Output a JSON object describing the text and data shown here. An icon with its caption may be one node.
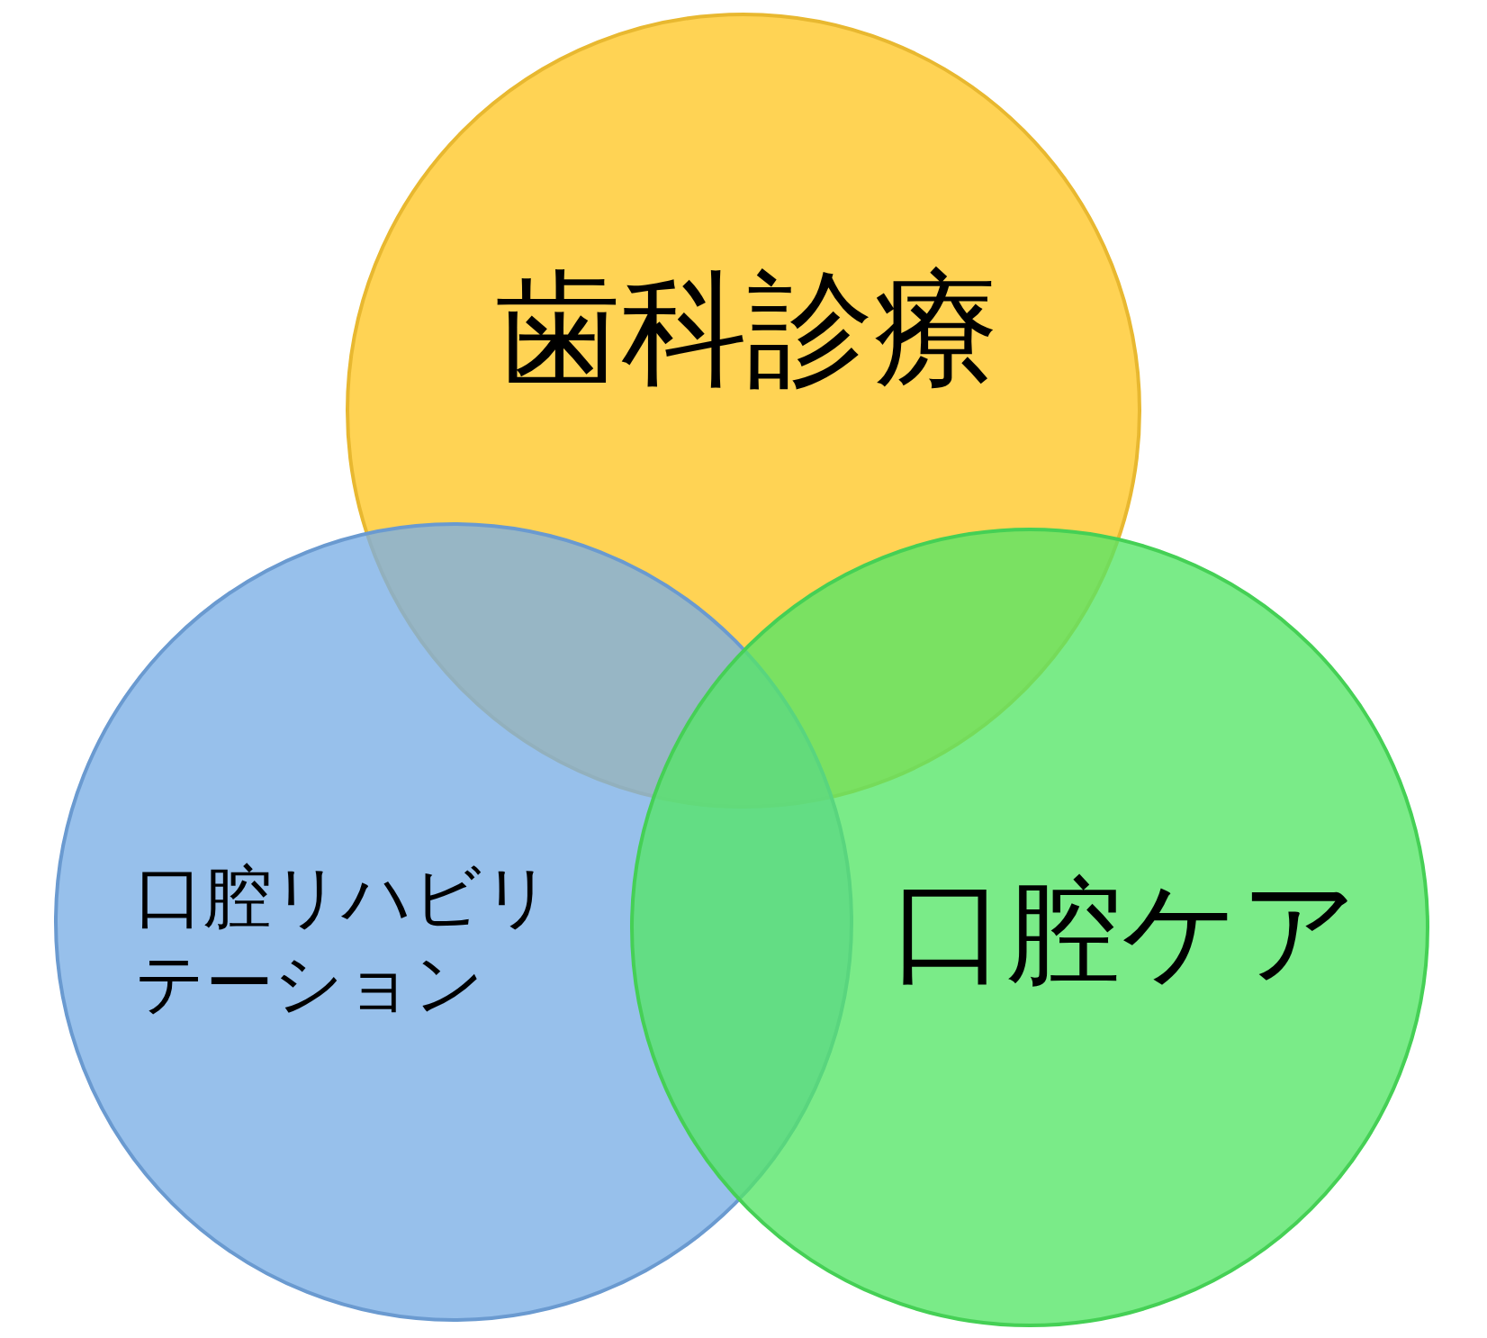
{
  "diagram": {
    "nodes": [
      {
        "text": [
          "歯科診療"
        ]
      },
      {
        "text": [
          "口腔リハビリテーション"
        ]
      },
      {
        "text": [
          "口腔ケア"
        ]
      }
    ]
  }
}
